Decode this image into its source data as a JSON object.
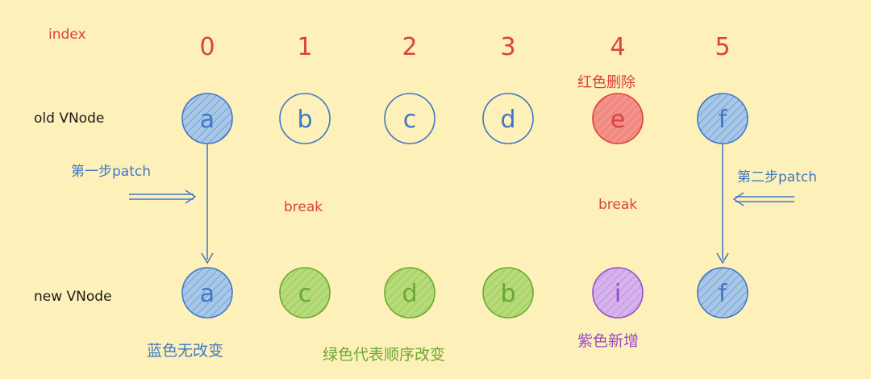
{
  "index_label": "index",
  "indices": [
    "0",
    "1",
    "2",
    "3",
    "4",
    "5"
  ],
  "rows": {
    "old_label": "old VNode",
    "new_label": "new VNode"
  },
  "old_nodes": [
    {
      "letter": "a",
      "status": "unchanged"
    },
    {
      "letter": "b",
      "status": "outline"
    },
    {
      "letter": "c",
      "status": "outline"
    },
    {
      "letter": "d",
      "status": "outline"
    },
    {
      "letter": "e",
      "status": "deleted"
    },
    {
      "letter": "f",
      "status": "unchanged"
    }
  ],
  "new_nodes": [
    {
      "letter": "a",
      "status": "unchanged"
    },
    {
      "letter": "c",
      "status": "moved"
    },
    {
      "letter": "d",
      "status": "moved"
    },
    {
      "letter": "b",
      "status": "moved"
    },
    {
      "letter": "i",
      "status": "added"
    },
    {
      "letter": "f",
      "status": "unchanged"
    }
  ],
  "annotations": {
    "red_delete": "红色删除",
    "step1": "第一步patch",
    "step2": "第二步patch",
    "break1": "break",
    "break2": "break",
    "blue_unchanged": "蓝色无改变",
    "green_reorder": "绿色代表顺序改变",
    "purple_new": "紫色新增"
  },
  "colors": {
    "background": "#fdf0b8",
    "blue": "#3f78c4",
    "blue_fill": "#a9c8e8",
    "green": "#6aa832",
    "green_fill": "#b7db7a",
    "red": "#d9443c",
    "red_fill": "#f2928a",
    "purple": "#9a4cc8",
    "purple_fill": "#d6b3ec",
    "index_red": "#d9443c",
    "text_black": "#1a1a1a"
  }
}
